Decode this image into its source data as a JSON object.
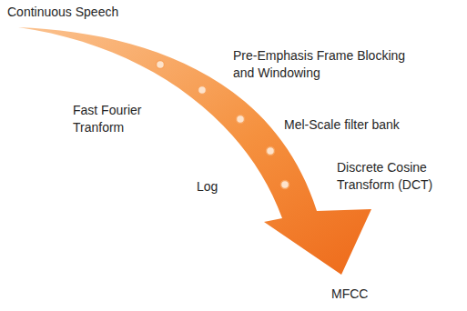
{
  "diagram": {
    "labels": [
      "Continuous Speech",
      "Pre-Emphasis Frame Blocking and Windowing",
      "Fast Fourier Tranform",
      "Mel-Scale filter bank",
      "Log",
      "Discrete Cosine Transform (DCT)",
      "MFCC"
    ]
  }
}
